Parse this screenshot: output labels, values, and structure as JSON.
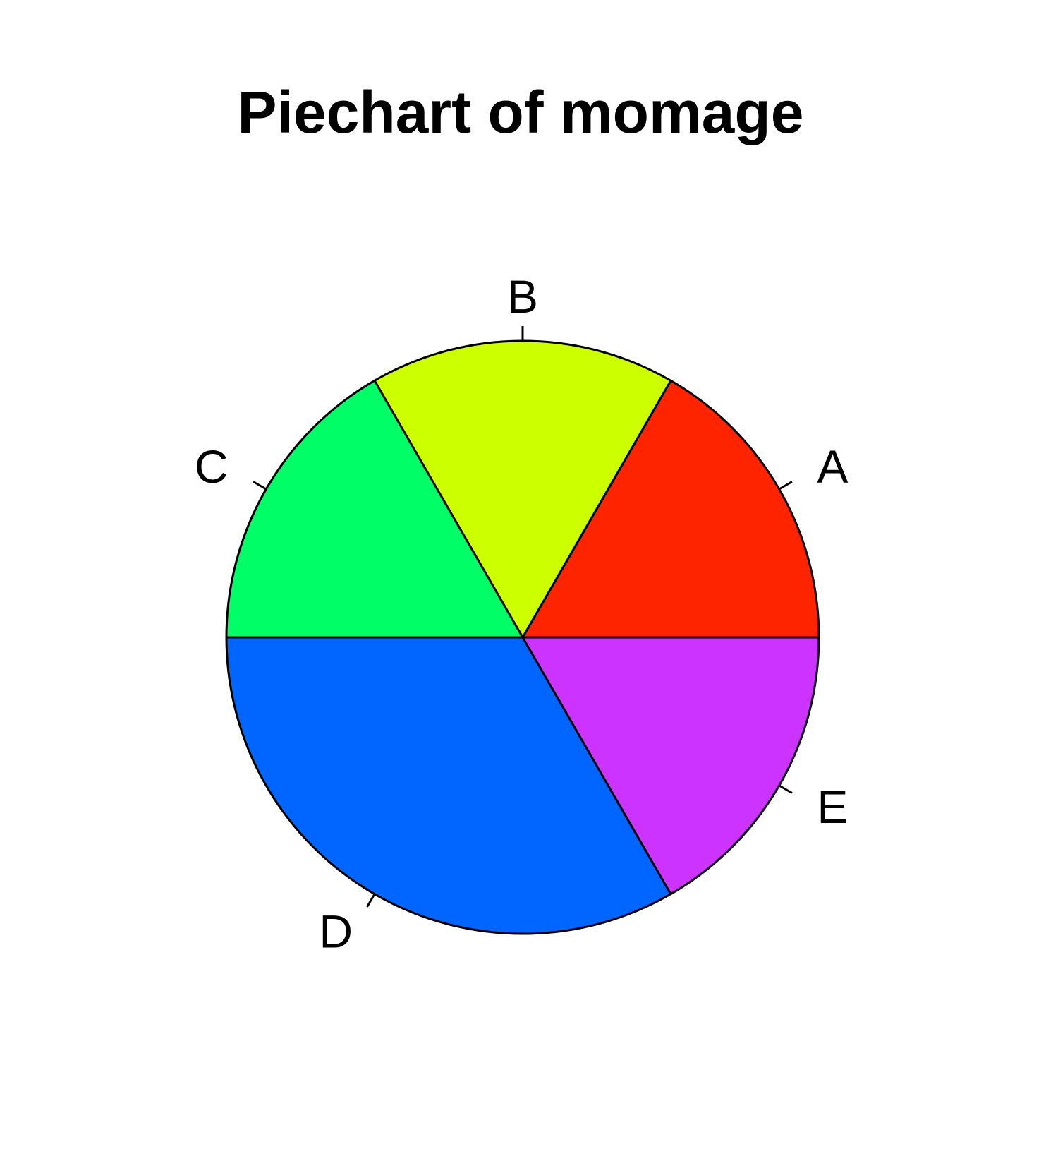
{
  "chart_data": {
    "type": "pie",
    "title": "Piechart of momage",
    "slices": [
      {
        "label": "A",
        "value": 1,
        "color": "#FF2400"
      },
      {
        "label": "B",
        "value": 1,
        "color": "#CCFF00"
      },
      {
        "label": "C",
        "value": 1,
        "color": "#00FF66"
      },
      {
        "label": "D",
        "value": 2,
        "color": "#0066FF"
      },
      {
        "label": "E",
        "value": 1,
        "color": "#CC33FF"
      }
    ],
    "start_angle_deg": 0,
    "direction": "counterclockwise",
    "legend": "none"
  }
}
